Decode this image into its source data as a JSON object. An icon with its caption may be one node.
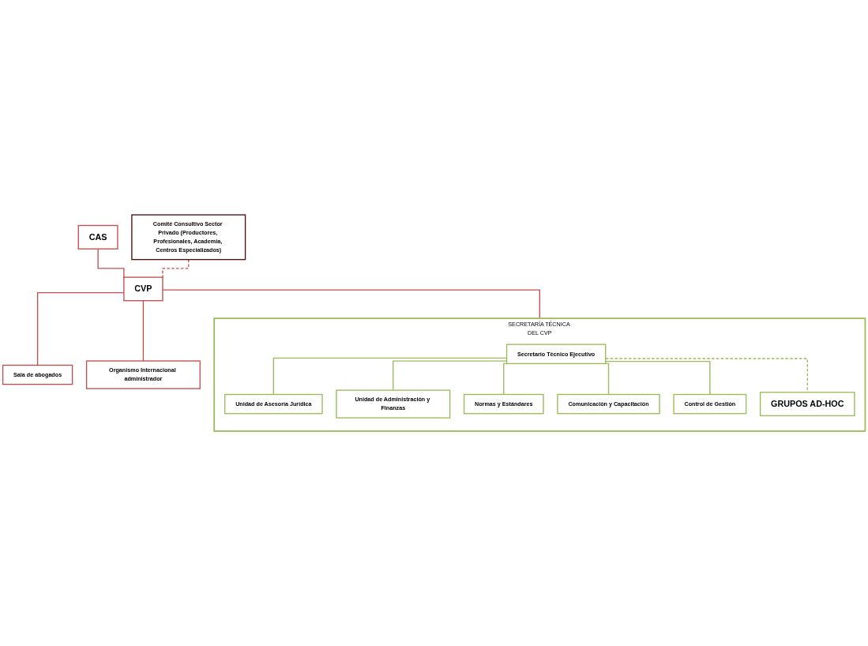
{
  "diagram": {
    "nodes": [
      {
        "text": [
          "CAS"
        ]
      },
      {
        "text": [
          "Comité Consultivo Sector Privado (Productores, Profesionales, Academia, Centros Especializados)"
        ]
      },
      {
        "text": [
          "CVP"
        ]
      },
      {
        "text": [
          "Sala de abogados"
        ]
      },
      {
        "text": [
          "Organismo Internacional administrador"
        ]
      },
      {
        "text": [
          "SECRETARÍA TÉCNICA DEL CVP"
        ]
      },
      {
        "text": [
          "Secretario Técnico Ejecutivo"
        ],
        "in": 5
      },
      {
        "text": [
          "Unidad de Asesoría Jurídica"
        ],
        "in": 5
      },
      {
        "text": [
          "Unidad de Administración y Finanzas"
        ],
        "in": 5
      },
      {
        "text": [
          "Normas y Estándares"
        ],
        "in": 5
      },
      {
        "text": [
          "Comunicación y Capacitación"
        ],
        "in": 5
      },
      {
        "text": [
          "Control de Gestión"
        ],
        "in": 5
      },
      {
        "text": [
          "GRUPOS AD-HOC"
        ],
        "in": 5
      }
    ],
    "edges": [
      {
        "from": 0,
        "to": 2,
        "arrow": "none",
        "color": "#c0504d"
      },
      {
        "from": 1,
        "to": 2,
        "arrow": "none",
        "style": "dashed",
        "color": "#c0504d"
      },
      {
        "from": 2,
        "to": 3,
        "arrow": "none",
        "color": "#c0504d"
      },
      {
        "from": 2,
        "to": 4,
        "arrow": "none",
        "color": "#c0504d"
      },
      {
        "from": 2,
        "to": 5,
        "arrow": "none",
        "color": "#c0504d"
      },
      {
        "from": 6,
        "to": 7,
        "arrow": "none"
      },
      {
        "from": 6,
        "to": 8,
        "arrow": "none"
      },
      {
        "from": 6,
        "to": 9,
        "arrow": "none"
      },
      {
        "from": 6,
        "to": 10,
        "arrow": "none"
      },
      {
        "from": 6,
        "to": 11,
        "arrow": "none"
      },
      {
        "from": 6,
        "to": 12,
        "arrow": "none",
        "style": "dashed"
      }
    ]
  }
}
